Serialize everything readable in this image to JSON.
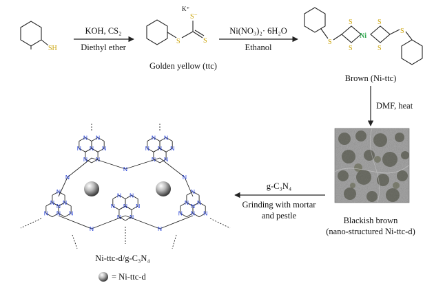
{
  "step1": {
    "reagent_top": "KOH, CS₂",
    "reagent_bottom": "Diethyl ether"
  },
  "step2": {
    "reagent_top": "Ni(NO₃)₂· 6H₂O",
    "reagent_bottom": "Ethanol"
  },
  "step3": {
    "reagent": "DMF, heat"
  },
  "step4": {
    "reagent_top": "g-C₃N₄",
    "reagent_bottom_1": "Grinding with mortar",
    "reagent_bottom_2": "and pestle"
  },
  "compounds": {
    "thiol_atom": "SH",
    "ttc_label": "Golden yellow (ttc)",
    "ttc_cation": "K⁺",
    "ttc_anion": "S⁻",
    "ttc_s": "S",
    "ni_ttc_label": "Brown (Ni-ttc)",
    "ni_atom": "Ni",
    "s_atom": "S",
    "nano_label_1": "Blackish brown",
    "nano_label_2": "(nano-structured Ni-ttc-d)",
    "composite_label": "Ni-ttc-d/g-C₃N₄",
    "legend_text": "= Ni-ttc-d",
    "n_atom": "N"
  },
  "colors": {
    "sulfur": "#c9a100",
    "nickel": "#2fa84f",
    "nitrogen": "#1f3bd6",
    "bond": "#222222"
  }
}
